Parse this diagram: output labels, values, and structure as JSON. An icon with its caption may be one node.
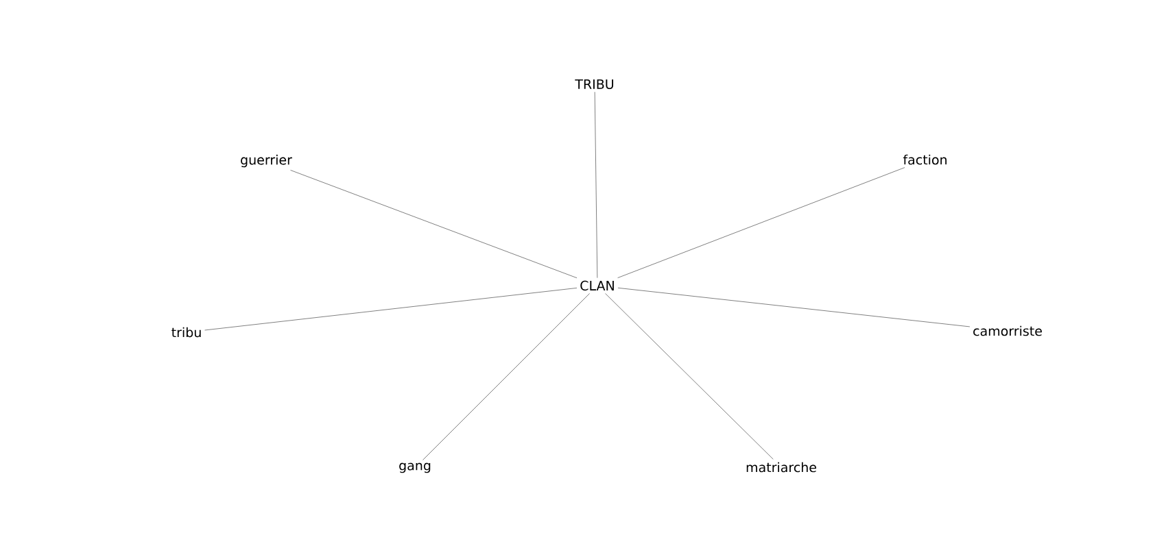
{
  "diagram": {
    "nodes": [
      {
        "text": [
          "TRIBU"
        ]
      },
      {
        "text": [
          "guerrier"
        ]
      },
      {
        "text": [
          "faction"
        ]
      },
      {
        "text": [
          "CLAN"
        ]
      },
      {
        "text": [
          "tribu"
        ]
      },
      {
        "text": [
          "camorriste"
        ]
      },
      {
        "text": [
          "gang"
        ]
      },
      {
        "text": [
          "matriarche"
        ]
      }
    ],
    "edges": [
      {
        "from": 3,
        "to": 0,
        "arrow": "none"
      },
      {
        "from": 3,
        "to": 1,
        "arrow": "none"
      },
      {
        "from": 3,
        "to": 2,
        "arrow": "none"
      },
      {
        "from": 3,
        "to": 4,
        "arrow": "none"
      },
      {
        "from": 3,
        "to": 5,
        "arrow": "none"
      },
      {
        "from": 3,
        "to": 6,
        "arrow": "none"
      },
      {
        "from": 3,
        "to": 7,
        "arrow": "none"
      }
    ]
  }
}
